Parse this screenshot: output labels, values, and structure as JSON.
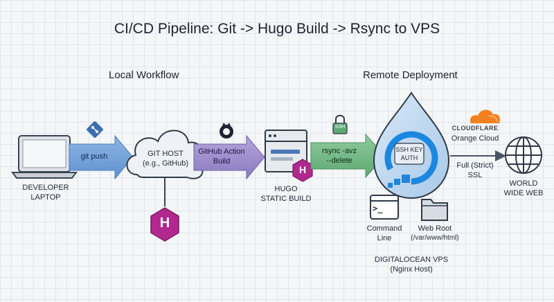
{
  "title": "CI/CD Pipeline: Git -> Hugo Build -> Rsync to VPS",
  "sections": {
    "local": "Local Workflow",
    "remote": "Remote Deployment"
  },
  "nodes": {
    "laptop": {
      "line1": "DEVELOPER",
      "line2": "LAPTOP"
    },
    "git_host": {
      "line1": "GIT HOST",
      "line2": "(e.g., GitHub)"
    },
    "hugo": {
      "line1": "HUGO",
      "line2": "STATIC BUILD",
      "badge": "H"
    },
    "ssh_key": {
      "line1": "SSH KEY",
      "line2": "AUTH"
    },
    "vps": {
      "line1": "DIGITALOCEAN VPS",
      "line2": "(Nginx Host)"
    },
    "terminal": {
      "line1": "Command",
      "line2": "Line",
      "prompt": ">_"
    },
    "web_root": {
      "line1": "Web Root",
      "line2": "(/var/www/html)"
    },
    "cloudflare": {
      "brand": "CLOUDFLARE",
      "label": "Orange Cloud"
    },
    "www": {
      "line1": "WORLD",
      "line2": "WIDE WEB"
    },
    "hugo_logo": {
      "letter": "H"
    }
  },
  "arrows": {
    "git_push": "git push",
    "github_action": {
      "line1": "GitHub Action",
      "line2": "Build"
    },
    "rsync": {
      "line1": "rsync -avz",
      "line2": "--delete"
    },
    "ssh_badge": "SSH",
    "ssl": {
      "line1": "Full (Strict)",
      "line2": "SSL"
    }
  },
  "colors": {
    "blue_arrow": "#6d9fd9",
    "purple_arrow": "#9d8ccd",
    "green_arrow": "#74b886",
    "hugo": "#b3288f",
    "droplet": "#bcd7ef",
    "do_blue": "#1c87e0",
    "cloudflare": "#f38020"
  }
}
